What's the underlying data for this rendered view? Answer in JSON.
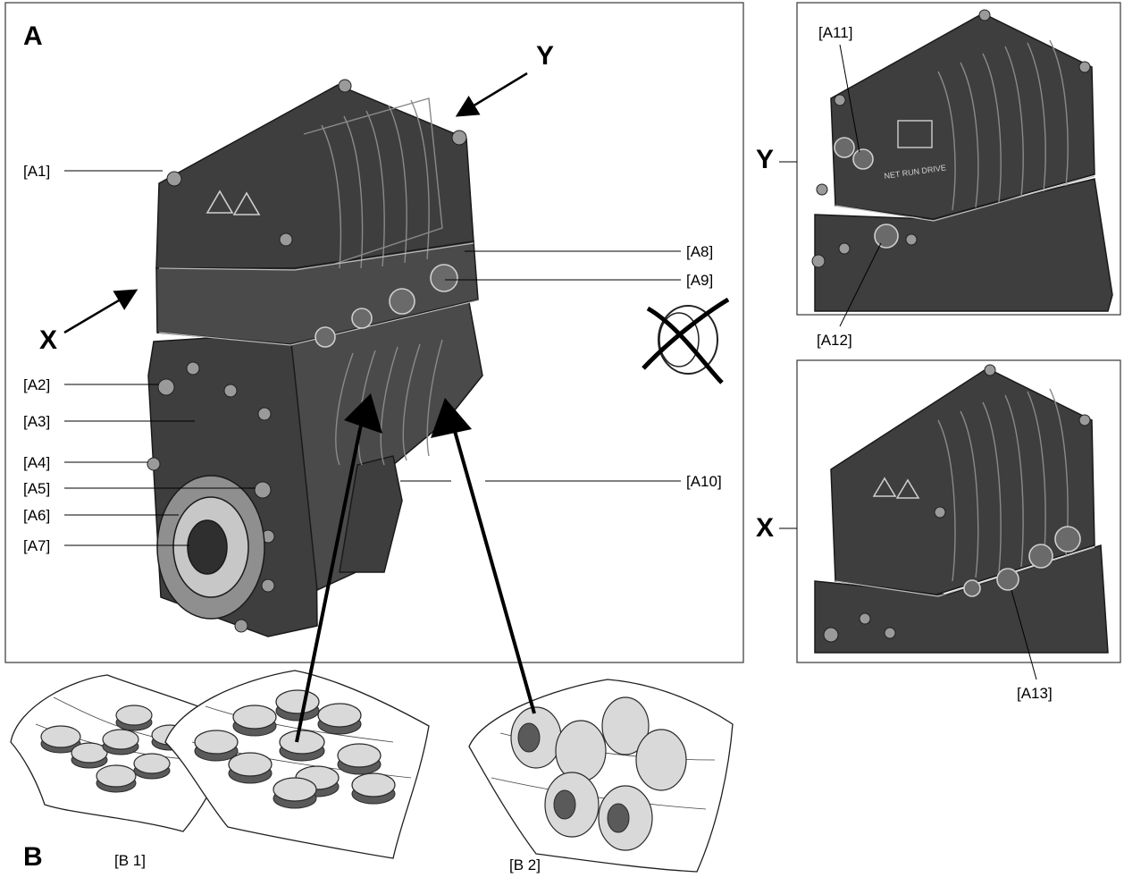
{
  "panels": {
    "a": {
      "letter": "A"
    },
    "b": {
      "letter": "B"
    }
  },
  "views": {
    "y": {
      "letter": "Y"
    },
    "x": {
      "letter": "X"
    }
  },
  "callouts": {
    "a1": "[A1]",
    "a2": "[A2]",
    "a3": "[A3]",
    "a4": "[A4]",
    "a5": "[A5]",
    "a6": "[A6]",
    "a7": "[A7]",
    "a8": "[A8]",
    "a9": "[A9]",
    "a10": "[A10]",
    "a11": "[A11]",
    "a12": "[A12]",
    "a13": "[A13]",
    "b1": "[B 1]",
    "b2": "[B 2]"
  },
  "status_leds": "NET RUN DRIVE",
  "colors": {
    "housing": "#3e3e3e",
    "outline": "#1a1a1a",
    "line": "#000000"
  }
}
